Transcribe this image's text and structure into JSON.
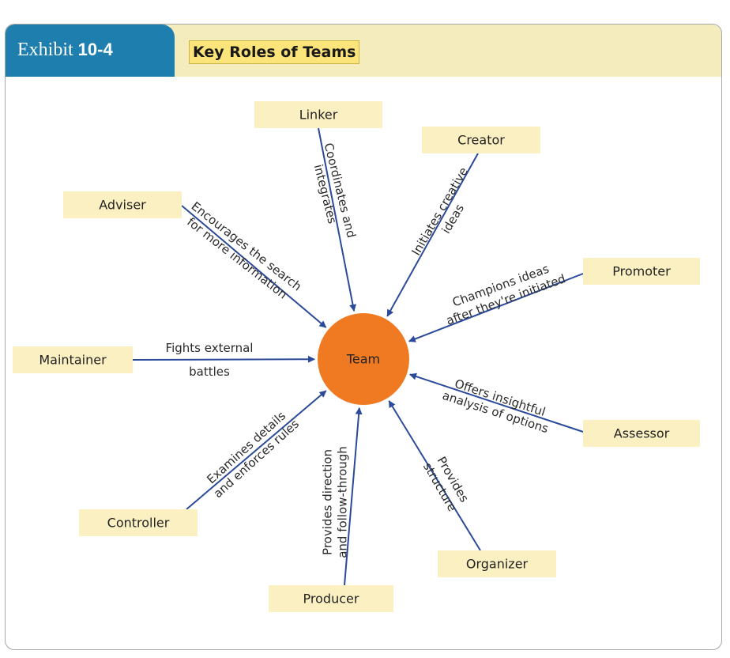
{
  "exhibit": {
    "prefix": "Exhibit",
    "number": "10-4",
    "title": "Key Roles of Teams"
  },
  "center": {
    "label": "Team",
    "color": "#f07a22"
  },
  "colors": {
    "header_tab": "#1e7fae",
    "header_band": "#f4ecbd",
    "title_box": "#fbe57a",
    "role_box": "#fbf0c2",
    "arrow": "#2b4a9a"
  },
  "roles": [
    {
      "id": "linker",
      "label": "Linker",
      "description": [
        "Coordinates and",
        "integrates"
      ]
    },
    {
      "id": "creator",
      "label": "Creator",
      "description": [
        "Initiates creative",
        "ideas"
      ]
    },
    {
      "id": "adviser",
      "label": "Adviser",
      "description": [
        "Encourages the search",
        "for more information"
      ]
    },
    {
      "id": "promoter",
      "label": "Promoter",
      "description": [
        "Champions ideas",
        "after they're initiated"
      ]
    },
    {
      "id": "maintainer",
      "label": "Maintainer",
      "description": [
        "Fights external",
        "battles"
      ]
    },
    {
      "id": "assessor",
      "label": "Assessor",
      "description": [
        "Offers insightful",
        "analysis of options"
      ]
    },
    {
      "id": "controller",
      "label": "Controller",
      "description": [
        "Examines details",
        "and enforces rules"
      ]
    },
    {
      "id": "organizer",
      "label": "Organizer",
      "description": [
        "Provides",
        "structure"
      ]
    },
    {
      "id": "producer",
      "label": "Producer",
      "description": [
        "Provides direction",
        "and follow-through"
      ]
    }
  ]
}
